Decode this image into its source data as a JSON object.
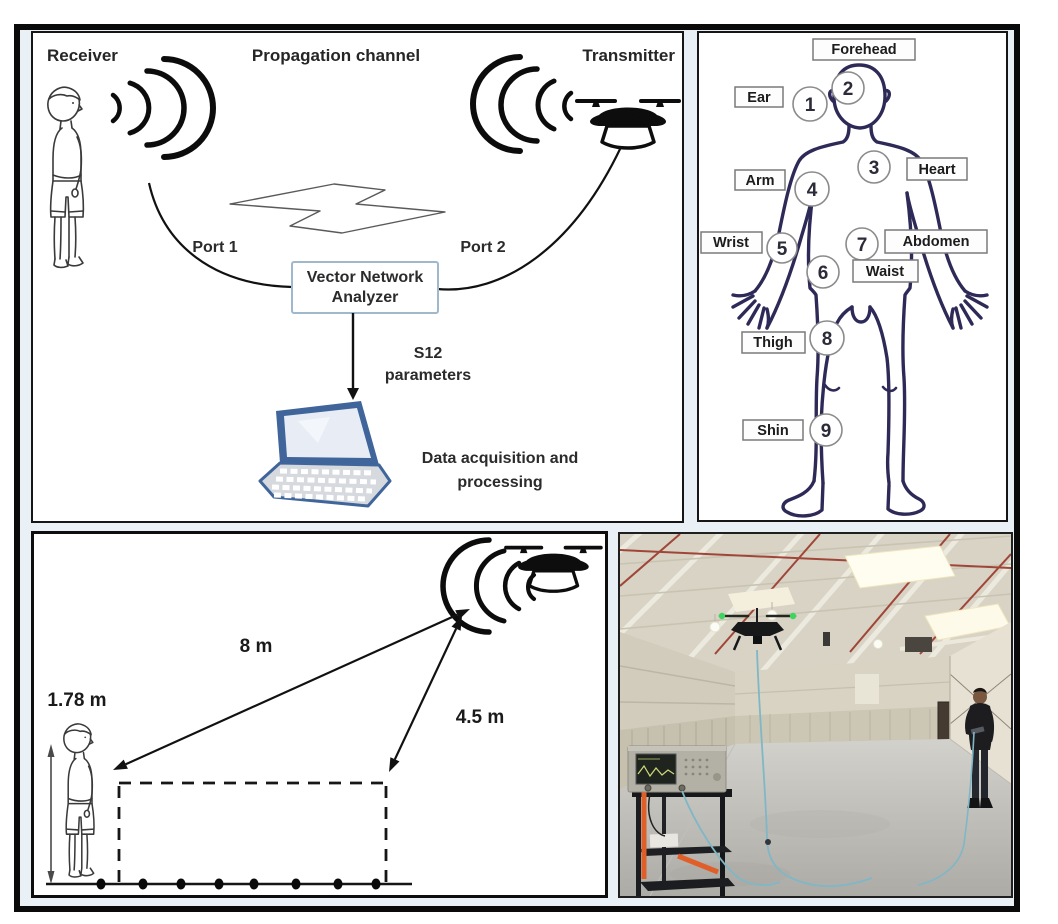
{
  "figure": {
    "setup_panel": {
      "receiver_label": "Receiver",
      "channel_label": "Propagation channel",
      "transmitter_label": "Transmitter",
      "port1_label": "Port 1",
      "port2_label": "Port 2",
      "vna_line1": "Vector Network",
      "vna_line2": "Analyzer",
      "sparam_line1": "S12",
      "sparam_line2": "parameters",
      "daq_line1": "Data acquisition and",
      "daq_line2": "processing"
    },
    "body_panel": {
      "positions": [
        {
          "num": "1",
          "label": "Ear"
        },
        {
          "num": "2",
          "label": "Forehead"
        },
        {
          "num": "3",
          "label": "Heart"
        },
        {
          "num": "4",
          "label": "Arm"
        },
        {
          "num": "5",
          "label": "Wrist"
        },
        {
          "num": "6",
          "label": "Waist"
        },
        {
          "num": "7",
          "label": "Abdomen"
        },
        {
          "num": "8",
          "label": "Thigh"
        },
        {
          "num": "9",
          "label": "Shin"
        }
      ]
    },
    "geometry_panel": {
      "person_height": "1.78 m",
      "link_distance": "8 m",
      "drone_height": "4.5 m"
    },
    "colors": {
      "frame": "#0a0a0a",
      "gap_background": "#e9f1f6",
      "vna_box_border": "#9fb8cb",
      "body_outline": "#2e2a58",
      "drone_status_green": "#3fd45f",
      "strap_orange": "#e05f28",
      "cable_blue": "#7fb7c6"
    }
  }
}
